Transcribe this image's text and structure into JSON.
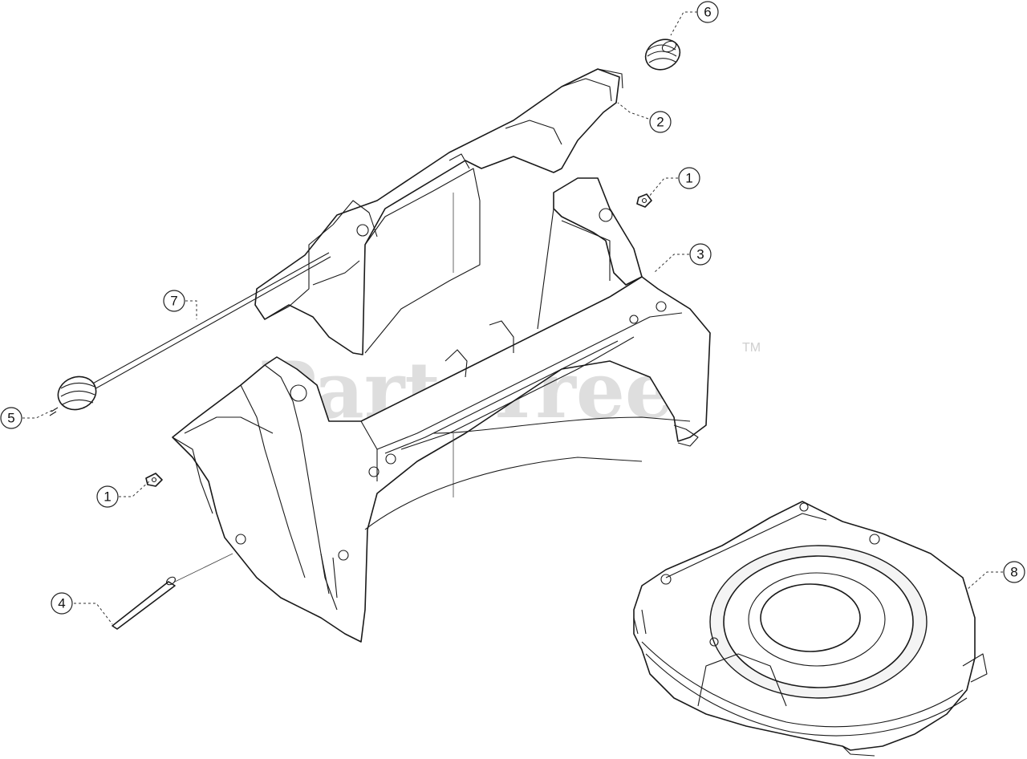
{
  "watermark": {
    "text": "PartsTree",
    "trademark": "TM"
  },
  "callouts": [
    {
      "id": "c6",
      "label": "6"
    },
    {
      "id": "c2",
      "label": "2"
    },
    {
      "id": "c1a",
      "label": "1"
    },
    {
      "id": "c3",
      "label": "3"
    },
    {
      "id": "c7",
      "label": "7"
    },
    {
      "id": "c5",
      "label": "5"
    },
    {
      "id": "c1b",
      "label": "1"
    },
    {
      "id": "c4",
      "label": "4"
    },
    {
      "id": "c8",
      "label": "8"
    }
  ]
}
